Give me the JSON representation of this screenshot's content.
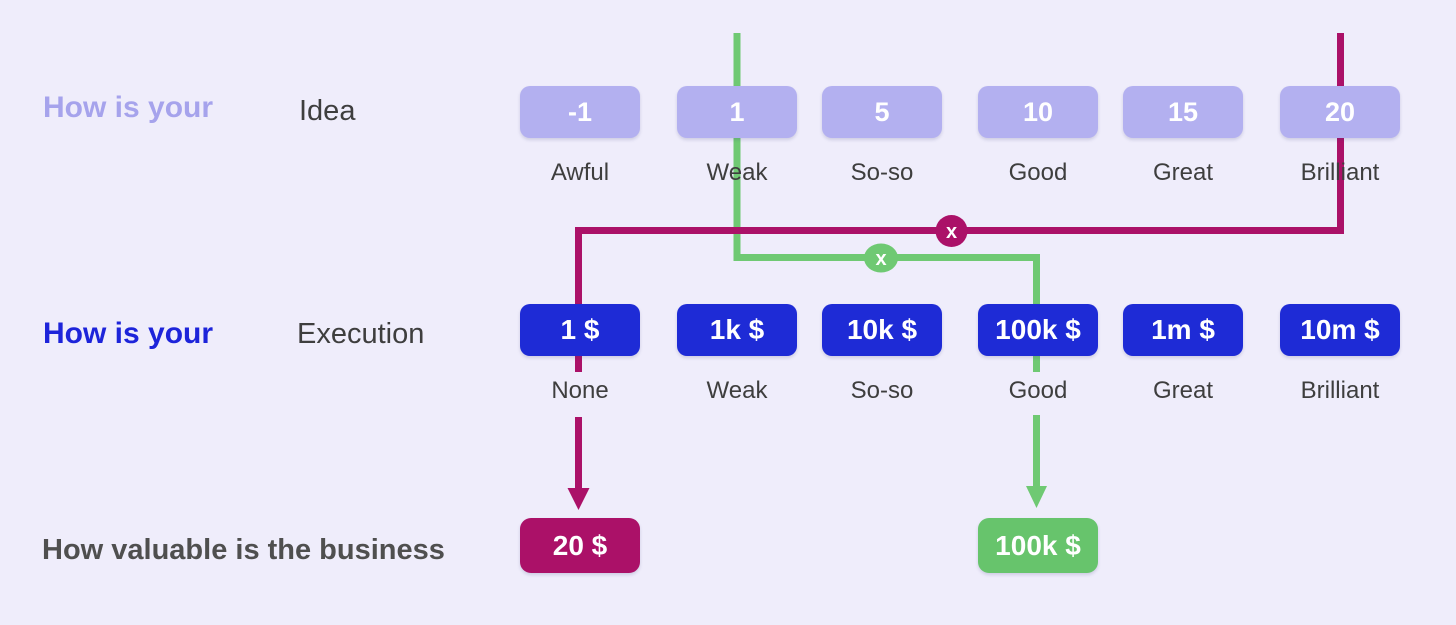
{
  "colors": {
    "background": "#efedfb",
    "idea_accent": "#a6a3ec",
    "idea_box": "#b3b0f0",
    "execution_accent": "#1d24da",
    "execution_box": "#1e2bd6",
    "crimson": "#ab1168",
    "green": "#6fc973",
    "green_box": "#67c46c",
    "text_dark": "#3e3e3e",
    "title_gray": "#4f4f4f"
  },
  "idea_row": {
    "prefix": "How is your",
    "title": "Idea",
    "boxes": [
      {
        "value": "-1",
        "label": "Awful"
      },
      {
        "value": "1",
        "label": "Weak"
      },
      {
        "value": "5",
        "label": "So-so"
      },
      {
        "value": "10",
        "label": "Good"
      },
      {
        "value": "15",
        "label": "Great"
      },
      {
        "value": "20",
        "label": "Brilliant"
      }
    ]
  },
  "execution_row": {
    "prefix": "How is your",
    "title": "Execution",
    "boxes": [
      {
        "value": "1 $",
        "label": "None"
      },
      {
        "value": "1k $",
        "label": "Weak"
      },
      {
        "value": "10k $",
        "label": "So-so"
      },
      {
        "value": "100k $",
        "label": "Good"
      },
      {
        "value": "1m $",
        "label": "Great"
      },
      {
        "value": "10m $",
        "label": "Brilliant"
      }
    ]
  },
  "result_row": {
    "title": "How valuable is the business",
    "results": [
      {
        "value": "20 $",
        "color": "crimson",
        "under_column": "None"
      },
      {
        "value": "100k $",
        "color": "green",
        "under_column": "Good"
      }
    ]
  },
  "connectors": {
    "multiply_symbol": "x",
    "crimson_path": {
      "from": "Idea 20 (Brilliant)",
      "to": "Execution 1 $ (None)",
      "result": "20 $"
    },
    "green_path": {
      "from": "Idea 1 (Weak)",
      "to": "Execution 100k $ (Good)",
      "result": "100k $"
    }
  }
}
